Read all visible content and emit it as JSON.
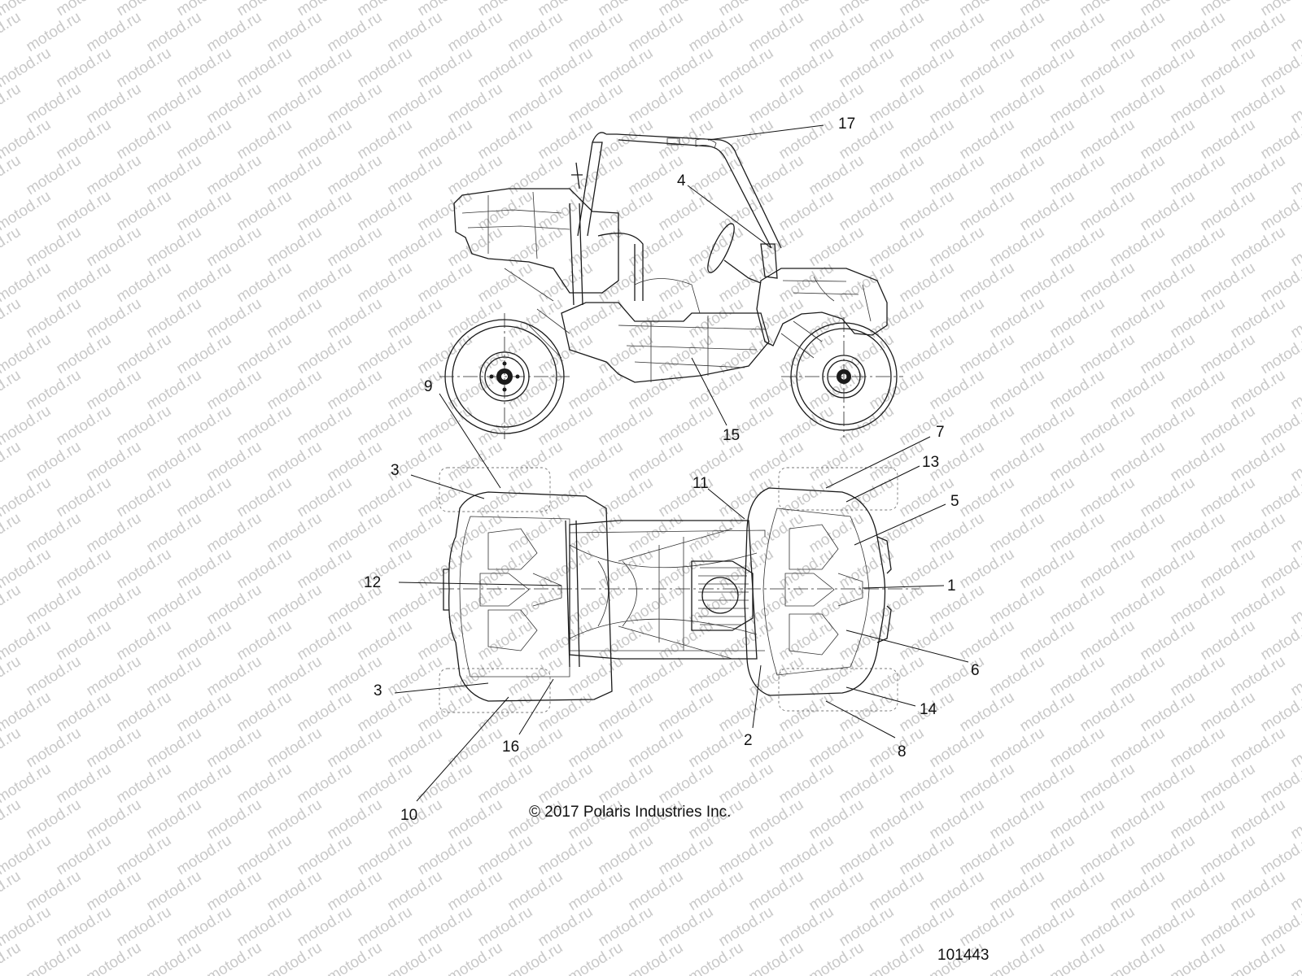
{
  "watermark": "motod.ru",
  "copyright": "© 2017 Polaris Industries Inc.",
  "figure_number": "101443",
  "callouts": {
    "c1": "1",
    "c2": "2",
    "c3a": "3",
    "c3b": "3",
    "c4": "4",
    "c5": "5",
    "c6": "6",
    "c7": "7",
    "c8": "8",
    "c9": "9",
    "c10": "10",
    "c11": "11",
    "c12": "12",
    "c13": "13",
    "c14": "14",
    "c15": "15",
    "c16": "16",
    "c17": "17"
  }
}
